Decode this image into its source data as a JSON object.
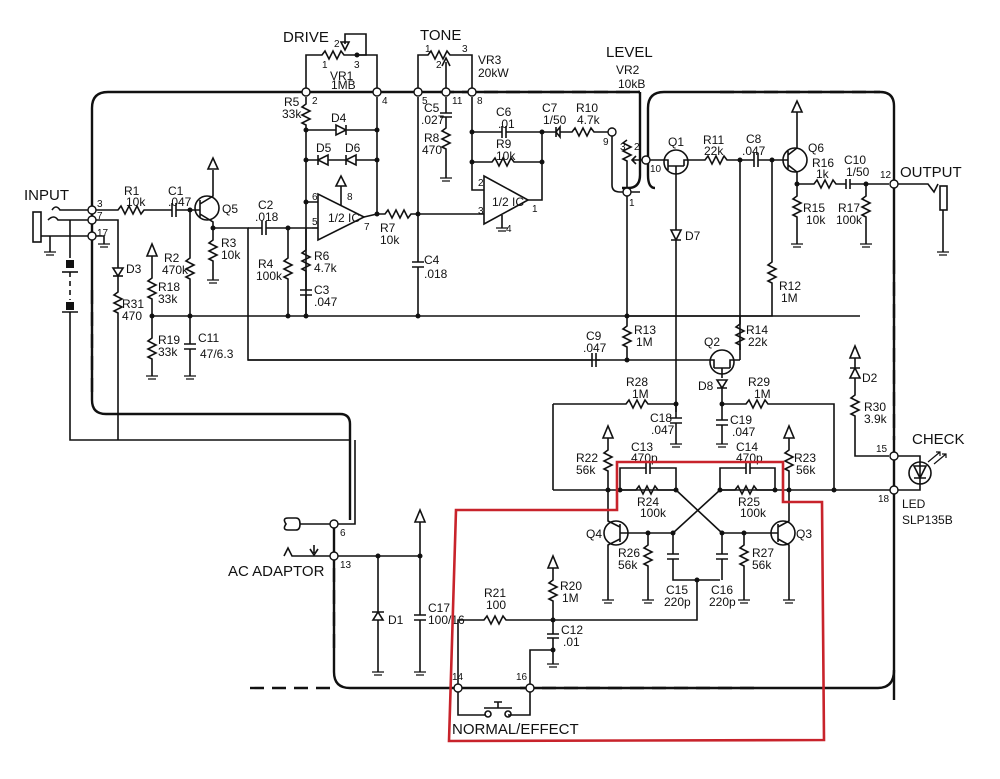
{
  "title": "Boss-style overdrive pedal schematic with FET bypass switching",
  "labels": {
    "input": "INPUT",
    "output": "OUTPUT",
    "drive": "DRIVE",
    "tone": "TONE",
    "level": "LEVEL",
    "check": "CHECK",
    "ac_adaptor": "AC ADAPTOR",
    "normal_effect": "NORMAL/EFFECT",
    "led": "LED",
    "led_part": "SLP135B"
  },
  "pots": [
    {
      "ref": "VR1",
      "value": "1MB",
      "function": "DRIVE"
    },
    {
      "ref": "VR3",
      "value": "20kW",
      "function": "TONE"
    },
    {
      "ref": "VR2",
      "value": "10kB",
      "function": "LEVEL"
    }
  ],
  "resistors": [
    {
      "ref": "R1",
      "value": "10k"
    },
    {
      "ref": "R2",
      "value": "470k"
    },
    {
      "ref": "R3",
      "value": "10k"
    },
    {
      "ref": "R4",
      "value": "100k"
    },
    {
      "ref": "R5",
      "value": "33k"
    },
    {
      "ref": "R6",
      "value": "4.7k"
    },
    {
      "ref": "R7",
      "value": "10k"
    },
    {
      "ref": "R8",
      "value": "470"
    },
    {
      "ref": "R9",
      "value": "10k"
    },
    {
      "ref": "R10",
      "value": "4.7k"
    },
    {
      "ref": "R11",
      "value": "22k"
    },
    {
      "ref": "R12",
      "value": "1M"
    },
    {
      "ref": "R13",
      "value": "1M"
    },
    {
      "ref": "R14",
      "value": "22k"
    },
    {
      "ref": "R15",
      "value": "10k"
    },
    {
      "ref": "R16",
      "value": "1k"
    },
    {
      "ref": "R17",
      "value": "100k"
    },
    {
      "ref": "R18",
      "value": "33k"
    },
    {
      "ref": "R19",
      "value": "33k"
    },
    {
      "ref": "R20",
      "value": "1M"
    },
    {
      "ref": "R21",
      "value": "100"
    },
    {
      "ref": "R22",
      "value": "56k"
    },
    {
      "ref": "R23",
      "value": "56k"
    },
    {
      "ref": "R24",
      "value": "100k"
    },
    {
      "ref": "R25",
      "value": "100k"
    },
    {
      "ref": "R26",
      "value": "56k"
    },
    {
      "ref": "R27",
      "value": "56k"
    },
    {
      "ref": "R28",
      "value": "1M"
    },
    {
      "ref": "R29",
      "value": "1M"
    },
    {
      "ref": "R30",
      "value": "3.9k"
    },
    {
      "ref": "R31",
      "value": "470"
    }
  ],
  "capacitors": [
    {
      "ref": "C1",
      "value": ".047"
    },
    {
      "ref": "C2",
      "value": ".018"
    },
    {
      "ref": "C3",
      "value": ".047"
    },
    {
      "ref": "C4",
      "value": ".018"
    },
    {
      "ref": "C5",
      "value": ".027"
    },
    {
      "ref": "C6",
      "value": ".01"
    },
    {
      "ref": "C7",
      "value": "1/50"
    },
    {
      "ref": "C8",
      "value": ".047"
    },
    {
      "ref": "C9",
      "value": ".047"
    },
    {
      "ref": "C10",
      "value": "1/50"
    },
    {
      "ref": "C11",
      "value": "47/6.3"
    },
    {
      "ref": "C12",
      "value": ".01"
    },
    {
      "ref": "C13",
      "value": "470p"
    },
    {
      "ref": "C14",
      "value": "470p"
    },
    {
      "ref": "C15",
      "value": "220p"
    },
    {
      "ref": "C16",
      "value": "220p"
    },
    {
      "ref": "C17",
      "value": "100/16"
    },
    {
      "ref": "C18",
      "value": ".047"
    },
    {
      "ref": "C19",
      "value": ".047"
    }
  ],
  "semis": {
    "ic": "1/2 IC",
    "q": [
      "Q1",
      "Q2",
      "Q3",
      "Q4",
      "Q5",
      "Q6"
    ],
    "d": [
      "D1",
      "D2",
      "D3",
      "D4",
      "D5",
      "D6",
      "D7",
      "D8"
    ]
  },
  "pins": [
    "1",
    "2",
    "3",
    "4",
    "5",
    "6",
    "7",
    "8",
    "9",
    "10",
    "11",
    "12",
    "13",
    "14",
    "15",
    "16",
    "17",
    "18"
  ],
  "ic_pins": [
    "1",
    "2",
    "3",
    "4",
    "5",
    "6",
    "7",
    "8"
  ],
  "highlight_color": "#c8232b"
}
